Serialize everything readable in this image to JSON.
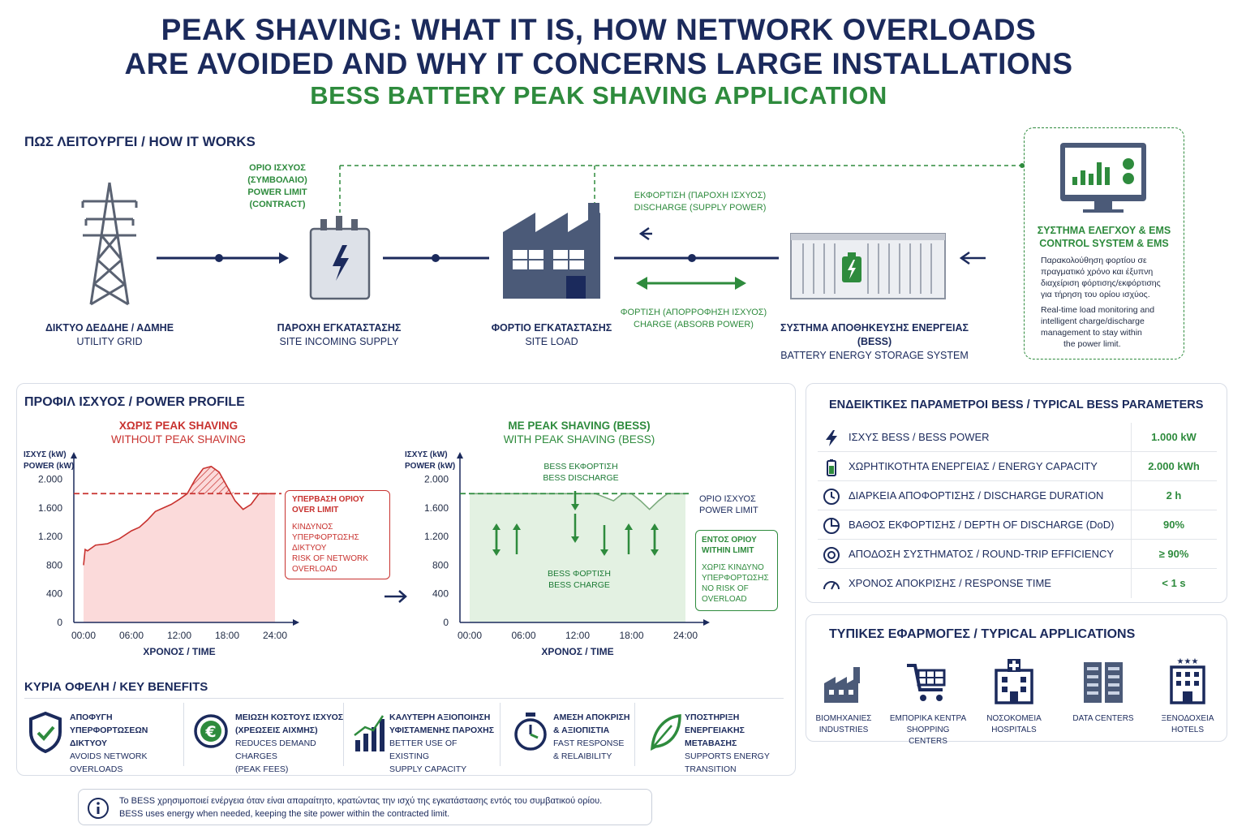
{
  "header": {
    "title_line1": "PEAK SHAVING: WHAT IT IS, HOW NETWORK OVERLOADS",
    "title_line2": "ARE AVOIDED AND WHY IT CONCERNS LARGE INSTALLATIONS",
    "subtitle": "BESS BATTERY PEAK SHAVING APPLICATION"
  },
  "colors": {
    "navy": "#1b2a5c",
    "green": "#2e8b3d",
    "red": "#c8322f",
    "red_fill": "#fbdada",
    "green_fill": "#e3f1e2"
  },
  "how_it_works": {
    "heading": "ΠΩΣ ΛΕΙΤΟΥΡΓΕΙ / HOW IT WORKS",
    "power_limit": [
      "ΟΡΙΟ ΙΣΧΥΟΣ",
      "(ΣΥΜΒΟΛΑΙΟ)",
      "POWER LIMIT",
      "(CONTRACT)"
    ],
    "grid": {
      "el": "ΔΙΚΤΥΟ ΔΕΔΔΗΕ / ΑΔΜΗΕ",
      "en": "UTILITY GRID",
      "icon": "power-tower-icon"
    },
    "supply": {
      "el": "ΠΑΡΟΧΗ ΕΓΚΑΤΑΣΤΑΣΗΣ",
      "en": "SITE INCOMING SUPPLY",
      "icon": "transformer-icon"
    },
    "load": {
      "el": "ΦΟΡΤΙΟ ΕΓΚΑΤΑΣΤΑΣΗΣ",
      "en": "SITE LOAD",
      "icon": "factory-icon"
    },
    "bess": {
      "el": "ΣΥΣΤΗΜΑ ΑΠΟΘΗΚΕΥΣΗΣ ΕΝΕΡΓΕΙΑΣ (BESS)",
      "en": "BATTERY ENERGY STORAGE SYSTEM",
      "icon": "battery-container-icon"
    },
    "discharge": {
      "el": "ΕΚΦΟΡΤΙΣΗ (ΠΑΡΟΧΗ ΙΣΧΥΟΣ)",
      "en": "DISCHARGE (SUPPLY POWER)"
    },
    "charge": {
      "el": "ΦΟΡΤΙΣΗ (ΑΠΟΡΡΟΦΗΣΗ ΙΣΧΥΟΣ)",
      "en": "CHARGE (ABSORB POWER)"
    },
    "ems": {
      "title_el": "ΣΥΣΤΗΜΑ ΕΛΕΓΧΟΥ & EMS",
      "title_en": "CONTROL SYSTEM & EMS",
      "desc_el": [
        "Παρακολούθηση φορτίου σε",
        "πραγματικό χρόνο και έξυπνη",
        "διαχείριση φόρτισης/εκφόρτισης",
        "για τήρηση του ορίου ισχύος."
      ],
      "desc_en": [
        "Real-time load monitoring and",
        "intelligent charge/discharge",
        "management to stay within",
        "the power limit."
      ],
      "icon": "monitor-chart-icon"
    }
  },
  "power_profile": {
    "heading": "ΠΡΟΦΙΛ ΙΣΧΥΟΣ / POWER PROFILE",
    "without": {
      "title_el": "ΧΩΡΙΣ PEAK SHAVING",
      "title_en": "WITHOUT PEAK SHAVING",
      "callout": [
        "ΥΠΕΡΒΑΣΗ ΟΡΙΟΥ",
        "OVER LIMIT",
        "",
        "ΚΙΝΔΥΝΟΣ",
        "ΥΠΕΡΦΟΡΤΩΣΗΣ",
        "ΔΙΚΤΥΟΥ",
        "RISK OF NETWORK",
        "OVERLOAD"
      ]
    },
    "with": {
      "title_el": "ΜΕ PEAK SHAVING (BESS)",
      "title_en": "WITH PEAK SHAVING (BESS)",
      "discharge_el": "BESS ΕΚΦΟΡΤΙΣΗ",
      "discharge_en": "BESS DISCHARGE",
      "charge_el": "BESS ΦΟΡΤΙΣΗ",
      "charge_en": "BESS CHARGE",
      "limit_el": "ΟΡΙΟ ΙΣΧΥΟΣ",
      "limit_en": "POWER LIMIT",
      "callout": [
        "ΕΝΤΟΣ ΟΡΙΟΥ",
        "WITHIN LIMIT",
        "",
        "ΧΩΡΙΣ ΚΙΝΔΥΝΟ",
        "ΥΠΕΡΦΟΡΤΩΣΗΣ",
        "NO RISK OF",
        "OVERLOAD"
      ]
    }
  },
  "chart_data": [
    {
      "type": "area",
      "title": "ΧΩΡΙΣ PEAK SHAVING / WITHOUT PEAK SHAVING",
      "xlabel": "ΧΡΟΝΟΣ / TIME",
      "ylabel": "ΙΣΧΥΣ (kW) / POWER (kW)",
      "x_ticks": [
        "00:00",
        "06:00",
        "12:00",
        "18:00",
        "24:00"
      ],
      "y_ticks": [
        "2.000",
        "1.600",
        "1.200",
        "800",
        "400",
        "0"
      ],
      "ylim": [
        0,
        2200
      ],
      "limit": 1800,
      "x": [
        0,
        0.2,
        0.5,
        1.5,
        3,
        4.5,
        6,
        7,
        8,
        9,
        10,
        11,
        12,
        13,
        14,
        15,
        16,
        17,
        18,
        19,
        20,
        21,
        22,
        23,
        24
      ],
      "y": [
        800,
        1020,
        1000,
        1080,
        1100,
        1170,
        1280,
        1330,
        1430,
        1550,
        1600,
        1650,
        1720,
        1800,
        2000,
        2150,
        2180,
        2100,
        1900,
        1700,
        1580,
        1650,
        1800,
        1800,
        1800
      ]
    },
    {
      "type": "area",
      "title": "ΜΕ PEAK SHAVING (BESS) / WITH PEAK SHAVING (BESS)",
      "xlabel": "ΧΡΟΝΟΣ / TIME",
      "ylabel": "ΙΣΧΥΣ (kW) / POWER (kW)",
      "x_ticks": [
        "00:00",
        "06:00",
        "12:00",
        "18:00",
        "24:00"
      ],
      "y_ticks": [
        "2.000",
        "1.600",
        "1.200",
        "800",
        "400",
        "0"
      ],
      "ylim": [
        0,
        2200
      ],
      "limit": 1800,
      "x": [
        0,
        2,
        4,
        6,
        8,
        10,
        12,
        13,
        14,
        15,
        16,
        17,
        18,
        19,
        20,
        21,
        22,
        23,
        24
      ],
      "y": [
        1800,
        1800,
        1800,
        1800,
        1800,
        1800,
        1800,
        1800,
        1800,
        1750,
        1700,
        1800,
        1800,
        1700,
        1580,
        1700,
        1800,
        1800,
        1800
      ]
    }
  ],
  "benefits": {
    "heading": "ΚΥΡΙΑ ΟΦΕΛΗ / KEY BENEFITS",
    "items": [
      {
        "el": [
          "ΑΠΟΦΥΓΗ ΥΠΕΡΦΟΡΤΩΣΕΩΝ",
          "ΔΙΚΤΥΟΥ"
        ],
        "en": [
          "AVOIDS NETWORK",
          "OVERLOADS"
        ],
        "icon": "shield-check-icon"
      },
      {
        "el": [
          "ΜΕΙΩΣΗ ΚΟΣΤΟΥΣ ΙΣΧΥΟΣ",
          "(ΧΡΕΩΣΕΙΣ ΑΙΧΜΗΣ)"
        ],
        "en": [
          "REDUCES DEMAND CHARGES",
          "(PEAK FEES)"
        ],
        "icon": "euro-coin-icon"
      },
      {
        "el": [
          "ΚΑΛΥΤΕΡΗ ΑΞΙΟΠΟΙΗΣΗ",
          "ΥΦΙΣΤΑΜΕΝΗΣ ΠΑΡΟΧΗΣ"
        ],
        "en": [
          "BETTER USE OF EXISTING",
          "SUPPLY CAPACITY"
        ],
        "icon": "growth-chart-icon"
      },
      {
        "el": [
          "ΑΜΕΣΗ ΑΠΟΚΡΙΣΗ",
          "& ΑΞΙΟΠΙΣΤΙΑ"
        ],
        "en": [
          "FAST RESPONSE",
          "& RELAIBILITY"
        ],
        "icon": "stopwatch-icon"
      },
      {
        "el": [
          "ΥΠΟΣΤΗΡΙΞΗ ΕΝΕΡΓΕΙΑΚΗΣ",
          "ΜΕΤΑΒΑΣΗΣ"
        ],
        "en": [
          "SUPPORTS ENERGY",
          "TRANSITION"
        ],
        "icon": "leaf-icon"
      }
    ]
  },
  "parameters": {
    "heading": "ΕΝΔΕΙΚΤΙΚΕΣ ΠΑΡΑΜΕΤΡΟΙ BESS / TYPICAL BESS PARAMETERS",
    "rows": [
      {
        "label": "ΙΣΧΥΣ BESS / BESS POWER",
        "value": "1.000 kW",
        "icon": "lightning-icon"
      },
      {
        "label": "ΧΩΡΗΤΙΚΟΤΗΤΑ ΕΝΕΡΓΕΙΑΣ / ENERGY CAPACITY",
        "value": "2.000 kWh",
        "icon": "battery-icon"
      },
      {
        "label": "ΔΙΑΡΚΕΙΑ ΑΠΟΦΟΡΤΙΣΗΣ / DISCHARGE DURATION",
        "value": "2 h",
        "icon": "clock-icon"
      },
      {
        "label": "ΒΑΘΟΣ ΕΚΦΟΡΤΙΣΗΣ / DEPTH OF DISCHARGE (DoD)",
        "value": "90%",
        "icon": "pie-icon"
      },
      {
        "label": "ΑΠΟΔΟΣΗ ΣΥΣΤΗΜΑΤΟΣ / ROUND-TRIP EFFICIENCY",
        "value": "≥ 90%",
        "icon": "cycle-icon"
      },
      {
        "label": "ΧΡΟΝΟΣ ΑΠΟΚΡΙΣΗΣ / RESPONSE TIME",
        "value": "< 1 s",
        "icon": "gauge-icon"
      }
    ]
  },
  "applications": {
    "heading": "ΤΥΠΙΚΕΣ ΕΦΑΡΜΟΓΕΣ / TYPICAL APPLICATIONS",
    "items": [
      {
        "el": "ΒΙΟΜΗΧΑΝΙΕΣ",
        "en": "INDUSTRIES",
        "icon": "factory-icon"
      },
      {
        "el": "ΕΜΠΟΡΙΚΑ ΚΕΝΤΡΑ",
        "en": "SHOPPING CENTERS",
        "icon": "cart-icon"
      },
      {
        "el": "ΝΟΣΟΚΟΜΕΙΑ",
        "en": "HOSPITALS",
        "icon": "hospital-icon"
      },
      {
        "el": "",
        "en": "DATA CENTERS",
        "icon": "server-icon"
      },
      {
        "el": "ΞΕΝΟΔΟΧΕΙΑ",
        "en": "HOTELS",
        "icon": "hotel-icon"
      }
    ]
  },
  "footer": {
    "line_el": "Το BESS χρησιμοποιεί ενέργεια όταν είναι απαραίτητο, κρατώντας την ισχύ της εγκατάστασης εντός του συμβατικού ορίου.",
    "line_en": "BESS uses energy when needed, keeping the site power within the contracted limit.",
    "icon": "info-icon"
  }
}
